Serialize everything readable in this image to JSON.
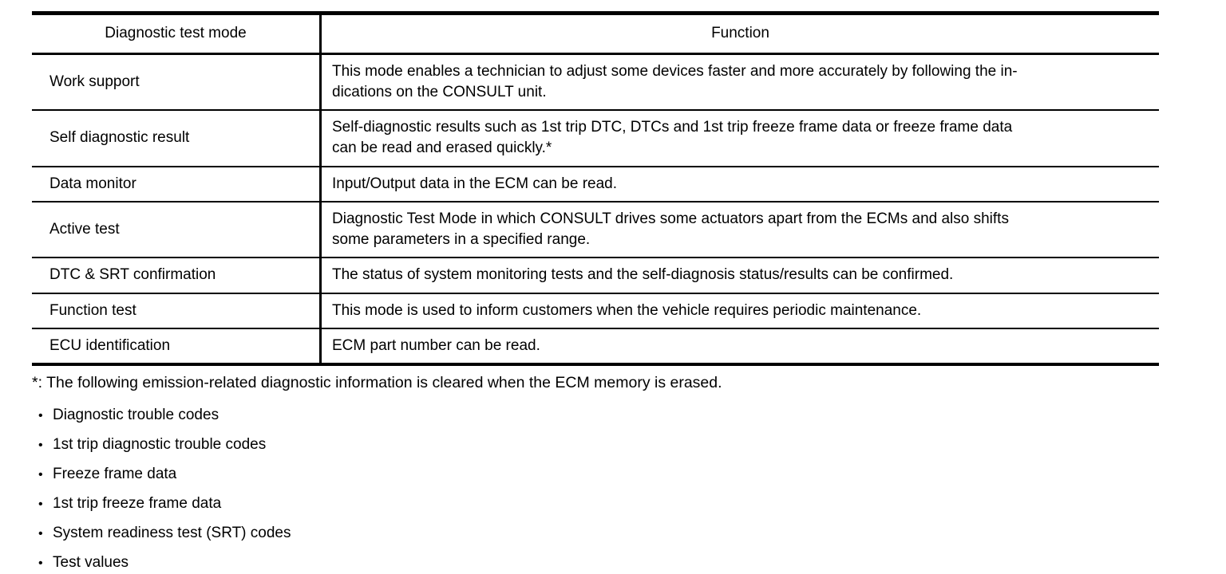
{
  "table": {
    "headers": [
      "Diagnostic test mode",
      "Function"
    ],
    "rows": [
      {
        "mode": "Work support",
        "function": "This mode enables a technician to adjust some devices faster and more accurately by following the in-\ndications on the CONSULT unit."
      },
      {
        "mode": "Self diagnostic result",
        "function": "Self-diagnostic results such as 1st trip DTC, DTCs and 1st trip freeze frame data or freeze frame data\ncan be read and erased quickly.*"
      },
      {
        "mode": "Data monitor",
        "function": "Input/Output data in the ECM can be read."
      },
      {
        "mode": "Active test",
        "function": "Diagnostic Test Mode in which CONSULT drives some actuators apart from the ECMs and also shifts\nsome parameters in a specified range."
      },
      {
        "mode": "DTC & SRT confirmation",
        "function": "The status of system monitoring tests and the self-diagnosis status/results can be confirmed."
      },
      {
        "mode": "Function test",
        "function": "This mode is used to inform customers when the vehicle requires periodic maintenance."
      },
      {
        "mode": "ECU identification",
        "function": "ECM part number can be read."
      }
    ]
  },
  "footnote": "*: The following emission-related diagnostic information is cleared when the ECM memory is erased.",
  "bullet_char": "•",
  "bullets": [
    "Diagnostic trouble codes",
    "1st trip diagnostic trouble codes",
    "Freeze frame data",
    "1st trip freeze frame data",
    "System readiness test (SRT) codes",
    "Test values"
  ],
  "colors": {
    "ink": "#000000",
    "paper": "#ffffff"
  }
}
